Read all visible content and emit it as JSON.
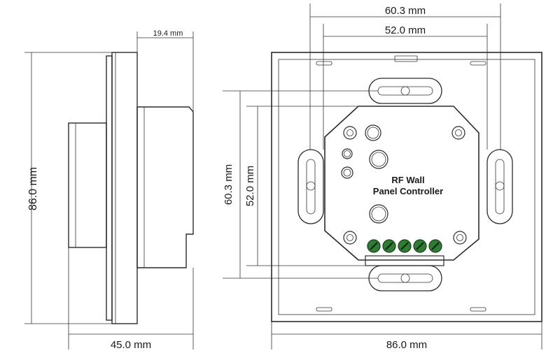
{
  "side_view": {
    "depth_label": "19.4 mm",
    "height_label": "86.0 mm",
    "width_label": "45.0 mm"
  },
  "front_view": {
    "top_outer_label": "60.3 mm",
    "top_inner_label": "52.0 mm",
    "left_outer_label": "60.3 mm",
    "left_inner_label": "52.0 mm",
    "bottom_label": "86.0 mm",
    "module_label_line1": "RF Wall",
    "module_label_line2": "Panel Controller"
  },
  "colors": {
    "line": "#2b2b2b",
    "terminal_green": "#2e7d32",
    "background": "#ffffff"
  },
  "terminal_count": 5
}
